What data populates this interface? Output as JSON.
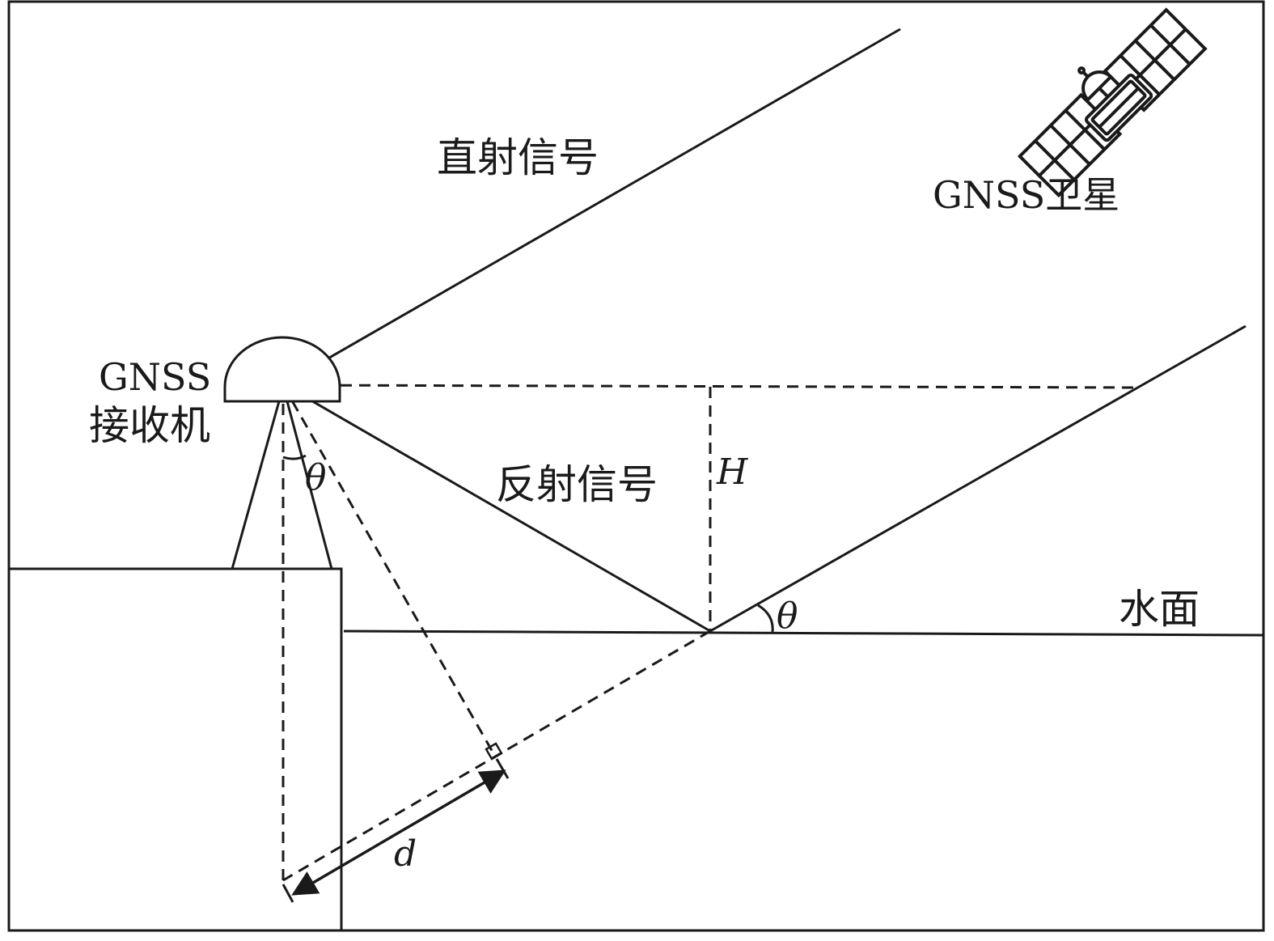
{
  "labels": {
    "direct_signal": "直射信号",
    "reflected_signal": "反射信号",
    "satellite": "GNSS卫星",
    "receiver_line1": "GNSS",
    "receiver_line2": "接收机",
    "water_surface": "水面",
    "height": "H",
    "angle_receiver": "θ",
    "angle_surface": "θ",
    "distance": "d"
  },
  "icons": {
    "satellite": "satellite-icon",
    "antenna": "antenna-dome-icon"
  },
  "colors": {
    "stroke": "#1a1a1a",
    "background": "#ffffff"
  }
}
